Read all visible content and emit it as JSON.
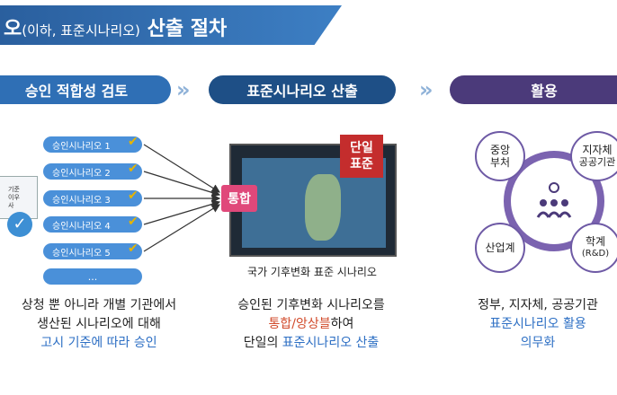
{
  "title": {
    "main": "오",
    "sub": "(이하, 표준시나리오)",
    "tail": "산출 절차"
  },
  "steps": [
    {
      "label": "승인 적합성 검토"
    },
    {
      "label": "표준시나리오 산출"
    },
    {
      "label": "활용"
    }
  ],
  "chevrons": [
    "»",
    "»"
  ],
  "scenarios": [
    "승인시나리오 1",
    "승인시나리오 2",
    "승인시나리오 3",
    "승인시나리오 4",
    "승인시나리오 5"
  ],
  "more_label": "...",
  "doc_text": [
    "기준",
    "이우",
    "사"
  ],
  "merge_label": "통합",
  "badge": {
    "line1": "단일",
    "line2": "표준"
  },
  "map_caption": "국가 기후변화 표준 시나리오",
  "usage": {
    "c1": {
      "l1": "중앙",
      "l2": "부처"
    },
    "c2": {
      "l1": "지자체",
      "l2": "공공기관"
    },
    "c3": {
      "l1": "산업계"
    },
    "c4": {
      "l1": "학계",
      "l2": "(R&D)"
    }
  },
  "desc1": {
    "l1": "상청 뿐 아니라 개별 기관에서",
    "l2": "생산된 시나리오에 대해",
    "l3": "고시 기준에 따라 승인"
  },
  "desc2": {
    "l1": "승인된 기후변화 시나리오를",
    "l2a": "통합/앙상블",
    "l2b": "하여",
    "l3a": "단일의 ",
    "l3b": "표준시나리오 산출"
  },
  "desc3": {
    "l1": "정부, 지자체, 공공기관",
    "l2": "표준시나리오 활용",
    "l3": "의무화"
  },
  "colors": {
    "title": "#2a5f9e",
    "step1": "#2f6fb5",
    "step2": "#1e4f86",
    "step3": "#4b3a7a",
    "highlight": "#2d6fc4",
    "accent": "#d14a2a"
  }
}
